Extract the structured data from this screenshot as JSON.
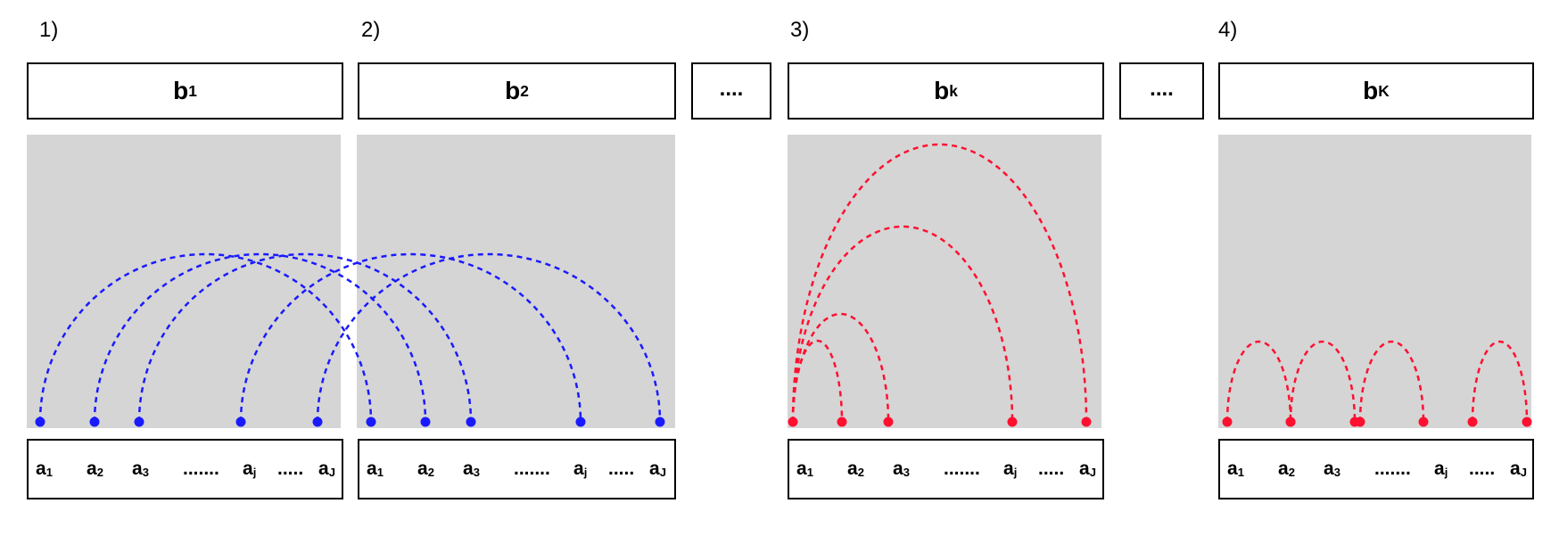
{
  "panels": [
    {
      "label": "1)",
      "b": {
        "base": "b",
        "sub": "1"
      }
    },
    {
      "label": "2)",
      "b": {
        "base": "b",
        "sub": "2"
      }
    },
    {
      "label": "3)",
      "b": {
        "base": "b",
        "sub": "k"
      }
    },
    {
      "label": "4)",
      "b": {
        "base": "b",
        "sub": "K"
      }
    }
  ],
  "ellipsis_box": "....",
  "a_labels": [
    {
      "base": "a",
      "sub": "1"
    },
    {
      "base": "a",
      "sub": "2"
    },
    {
      "base": "a",
      "sub": "3"
    },
    {
      "text": "......."
    },
    {
      "base": "a",
      "sub": "j"
    },
    {
      "text": "....."
    },
    {
      "base": "a",
      "sub": "J"
    }
  ],
  "colors": {
    "panel_1_2": "#1a1aff",
    "panel_3_4": "#ff1030",
    "background": "#d5d5d5"
  },
  "edges": {
    "panel_1_to_2": [
      [
        "a1",
        "a1"
      ],
      [
        "a2",
        "a2"
      ],
      [
        "a3",
        "a3"
      ],
      [
        "aj",
        "aj"
      ],
      [
        "aJ",
        "aJ"
      ]
    ],
    "panel_3": [
      [
        "a1",
        "a2"
      ],
      [
        "a1",
        "a3"
      ],
      [
        "a1",
        "aj"
      ],
      [
        "a1",
        "aJ"
      ]
    ],
    "panel_4": [
      [
        "a1",
        "a2"
      ],
      [
        "a2",
        "a3"
      ],
      [
        "a3",
        "aj"
      ],
      [
        "aj",
        "aJ"
      ]
    ]
  }
}
